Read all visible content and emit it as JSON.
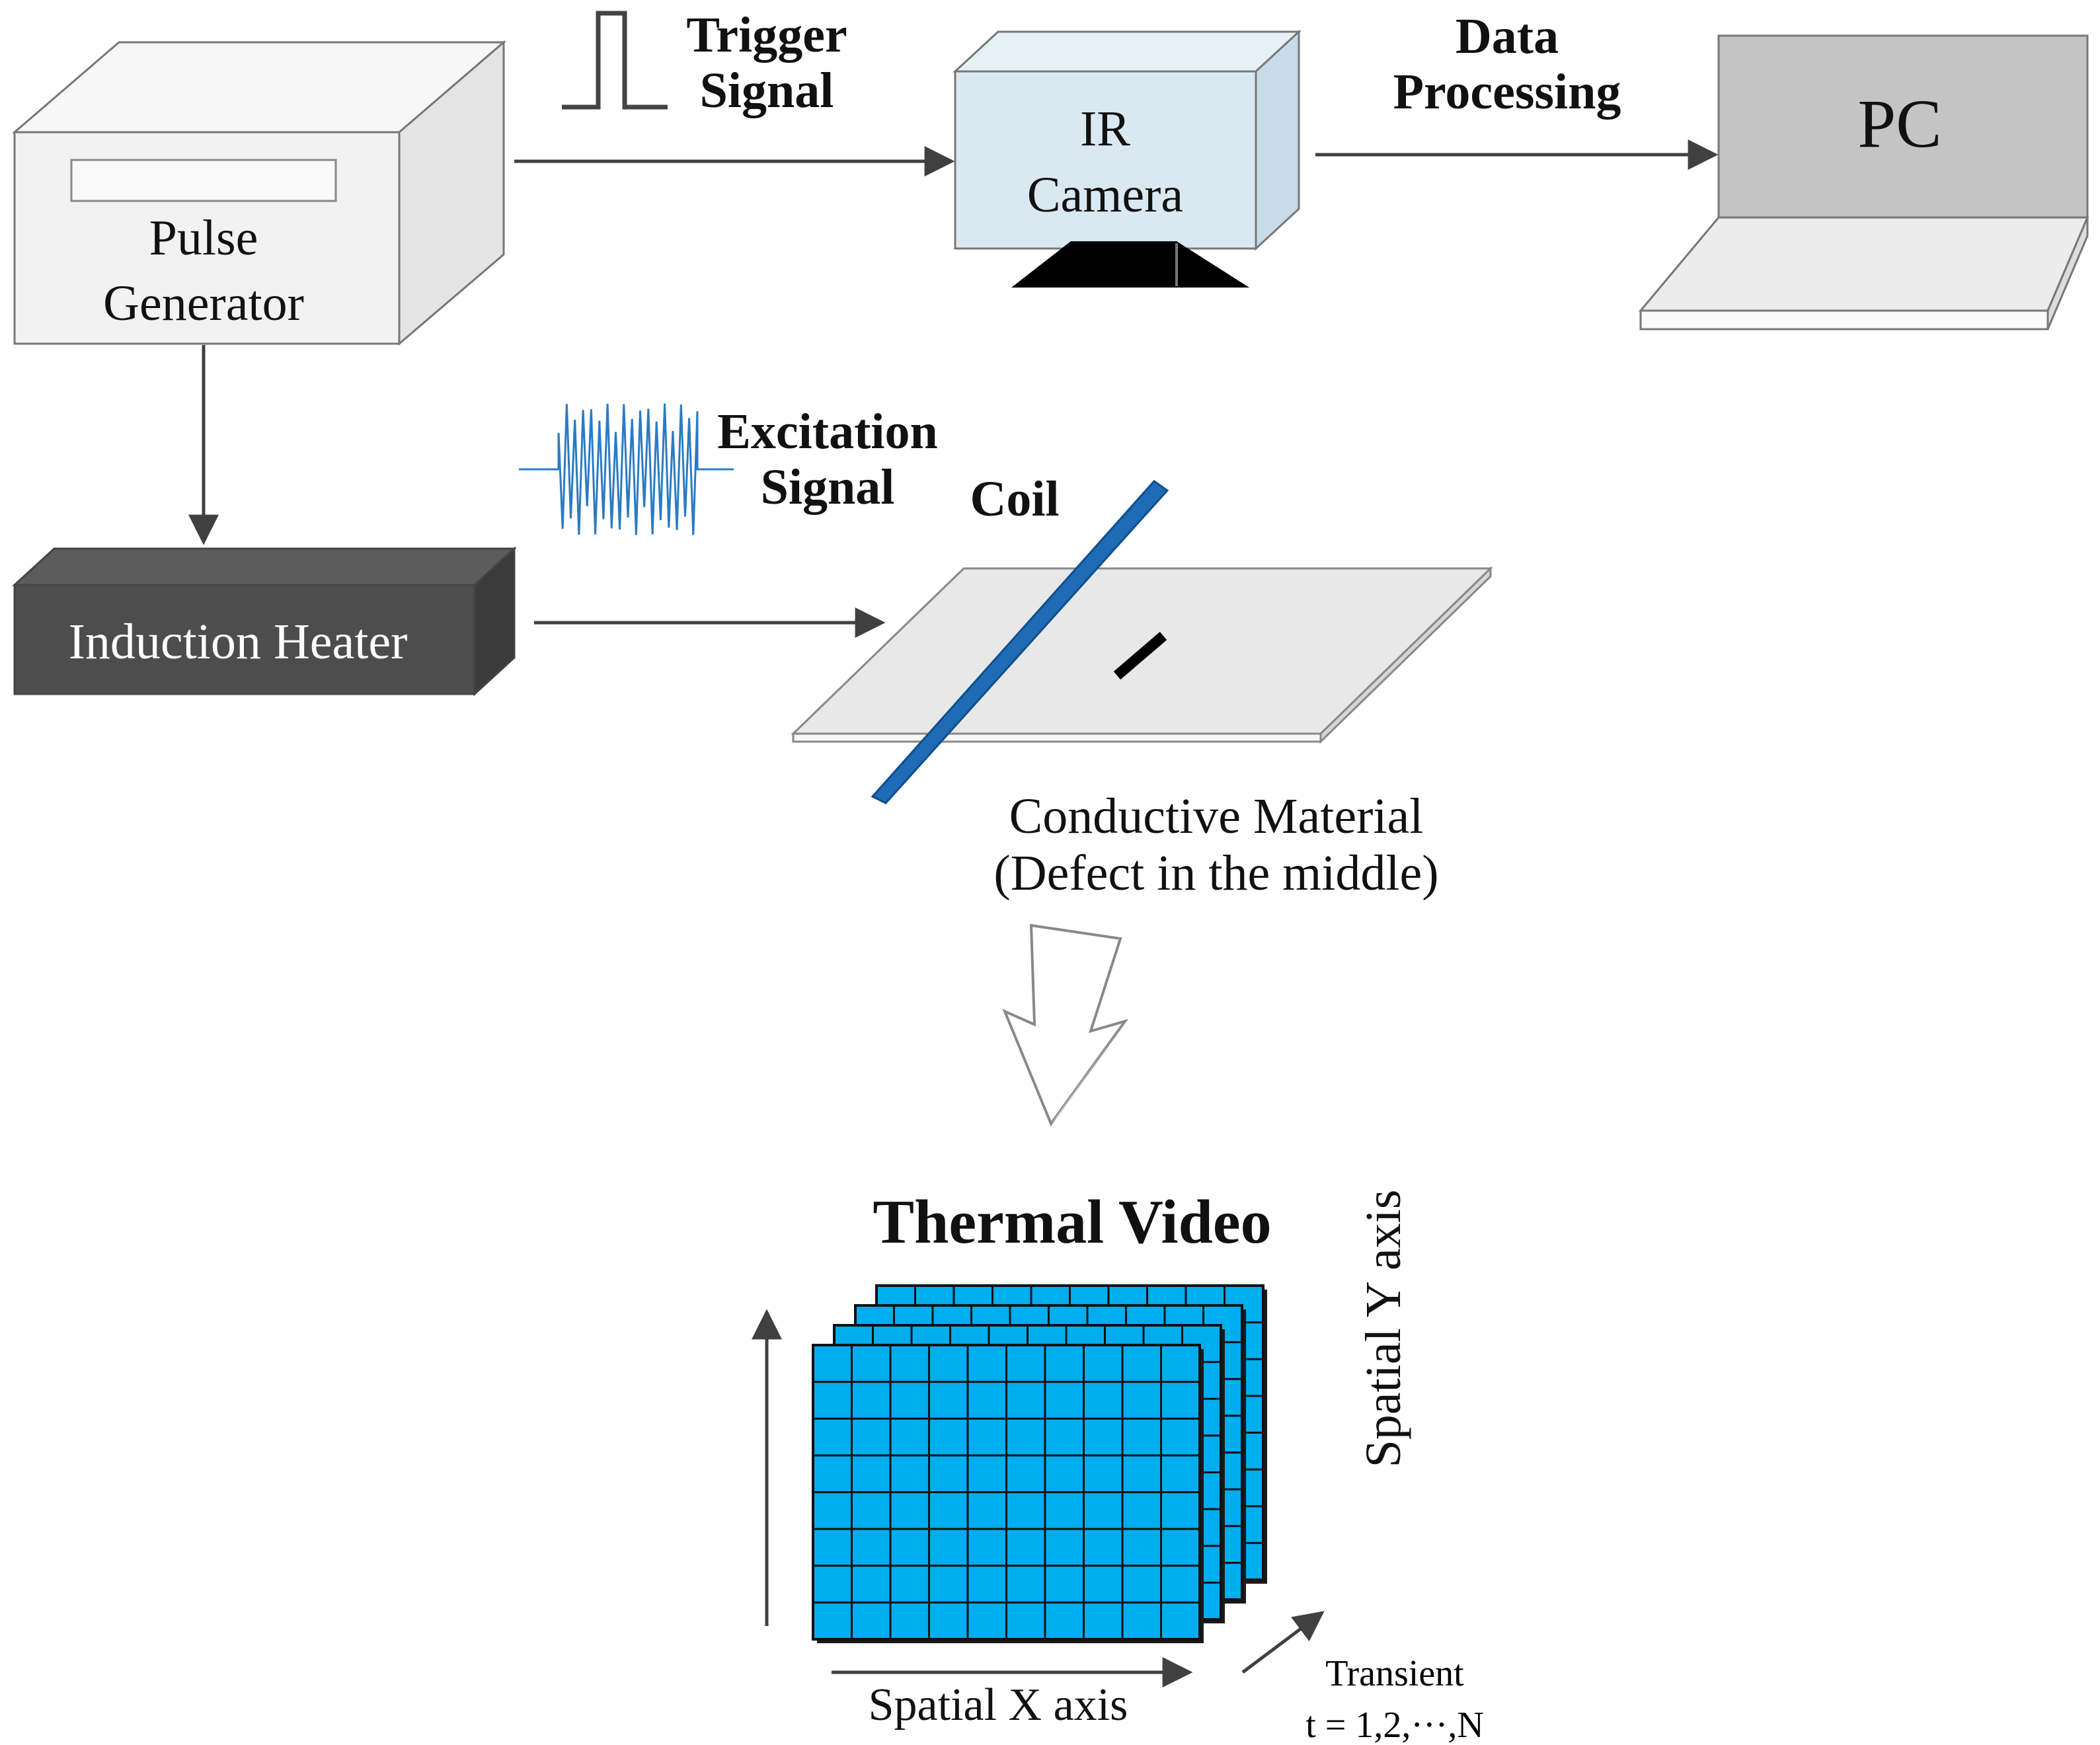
{
  "labels": {
    "pulse_generator_line1": "Pulse",
    "pulse_generator_line2": "Generator",
    "trigger_line1": "Trigger",
    "trigger_line2": "Signal",
    "ir_camera_line1": "IR",
    "ir_camera_line2": "Camera",
    "data_processing_line1": "Data",
    "data_processing_line2": "Processing",
    "pc": "PC",
    "excitation_line1": "Excitation",
    "excitation_line2": "Signal",
    "coil": "Coil",
    "induction_heater": "Induction Heater",
    "conductive_material_line1": "Conductive Material",
    "conductive_material_line2": "(Defect in the middle)",
    "thermal_video": "Thermal Video",
    "spatial_y_axis": "Spatial Y axis",
    "spatial_x_axis": "Spatial X axis",
    "transient_line1": "Transient",
    "transient_line2": "t = 1,2,···,N"
  },
  "colors": {
    "box_light": "#f2f2f2",
    "camera_body": "#dae8f2",
    "pc_screen": "#c4c4c4",
    "heater_dark": "#4d4d4d",
    "coil_blue": "#1f6bb5",
    "signal_blue": "#2b7bc2",
    "frame_blue": "#00adef",
    "arrow_dark": "#404040"
  },
  "thermal_video": {
    "frames": 4,
    "grid_columns": 10,
    "grid_rows": 8
  }
}
